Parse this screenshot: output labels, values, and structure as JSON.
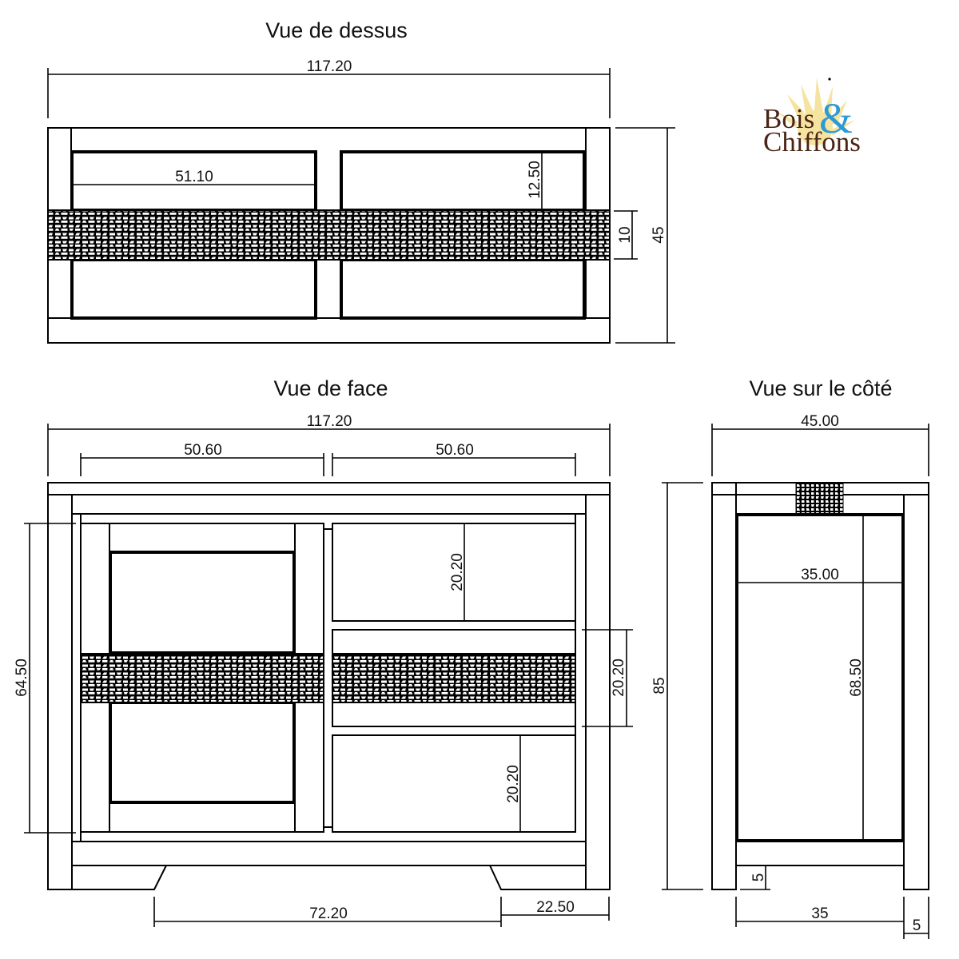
{
  "logo": {
    "line1": "Bois",
    "ampersand": "&",
    "line2": "Chiffons",
    "colors": {
      "text": "#4a2414",
      "ampersand": "#2c9ad3",
      "sun": "#f5e3a0"
    }
  },
  "views": {
    "top": {
      "title": "Vue de dessus",
      "dims": {
        "overall_width": "117.20",
        "drawer_width": "51.10",
        "drawer_depth": "12.50",
        "band_width": "10",
        "overall_depth": "45"
      }
    },
    "front": {
      "title": "Vue de face",
      "dims": {
        "overall_width": "117.20",
        "left_section_width": "50.60",
        "right_section_width": "50.60",
        "left_height": "64.50",
        "drawer_top_height": "20.20",
        "drawer_mid_height": "20.20",
        "drawer_bottom_height": "20.20",
        "overall_height": "85",
        "base_opening": "72.20",
        "leg_offset": "22.50"
      }
    },
    "side": {
      "title": "Vue sur le côté",
      "dims": {
        "overall_depth": "45.00",
        "panel_width": "35.00",
        "panel_height": "68.50",
        "bottom_gap": "5",
        "inner_depth": "35",
        "leg_width": "5"
      }
    }
  },
  "colors": {
    "line": "#000000",
    "background": "#ffffff"
  }
}
